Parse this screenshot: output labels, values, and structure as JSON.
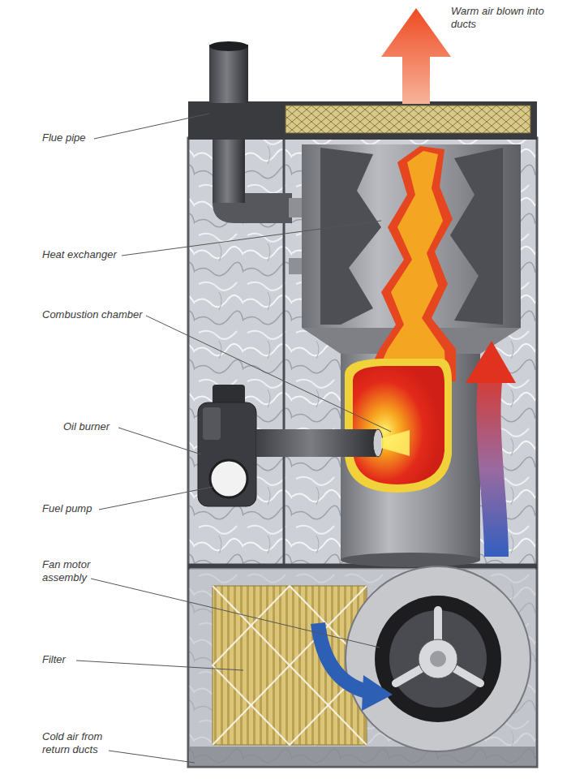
{
  "diagram": {
    "labels": [
      "Warm air blown into ducts",
      "Flue pipe",
      "Heat exchanger",
      "Combustion chamber",
      "Oil burner",
      "Fuel pump",
      "Fan motor assembly",
      "Filter",
      "Cold air from return ducts"
    ]
  }
}
